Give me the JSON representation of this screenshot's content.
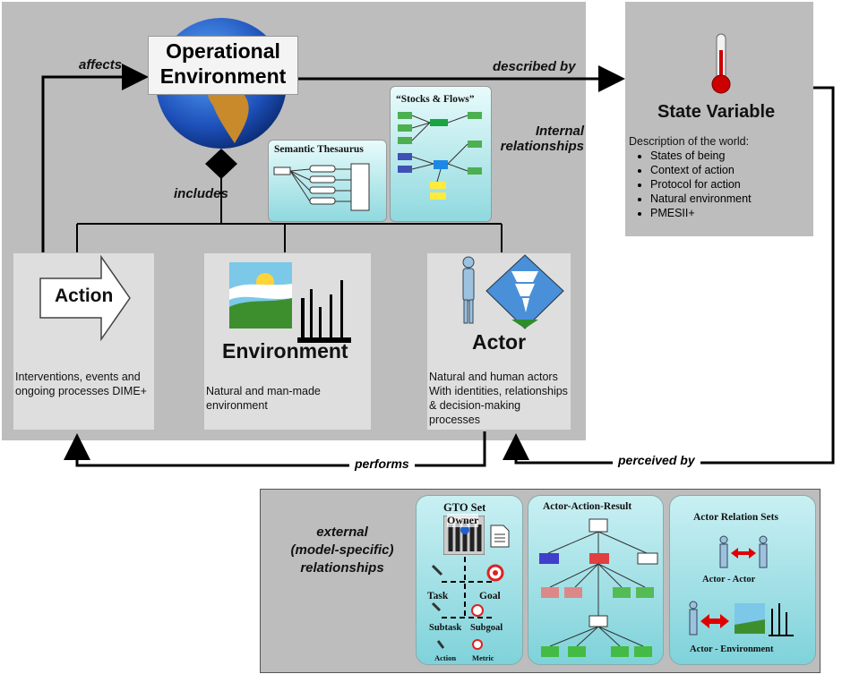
{
  "operational": {
    "title_line1": "Operational",
    "title_line2": "Environment"
  },
  "labels": {
    "affects": "affects",
    "described_by": "described by",
    "internal": "Internal\nrelationships",
    "includes": "includes",
    "performs": "performs",
    "perceived_by": "perceived by"
  },
  "state": {
    "title": "State Variable",
    "description": "Description of the world:",
    "items": [
      "States of being",
      "Context of action",
      "Protocol for action",
      "Natural environment",
      "PMESII+"
    ]
  },
  "thumbs": {
    "semantic": "Semantic Thesaurus",
    "stocks": "“Stocks & Flows”"
  },
  "action": {
    "title": "Action",
    "desc": "Interventions, events and ongoing processes DIME+"
  },
  "environment": {
    "title": "Environment",
    "desc": "Natural and man-made environment"
  },
  "actor": {
    "title": "Actor",
    "desc": "Natural and human actors With identities, relationships & decision-making processes"
  },
  "external": {
    "label": "external\n(model-specific)\nrelationships",
    "gto": {
      "title": "GTO Set",
      "owner": "Owner",
      "task": "Task",
      "goal": "Goal",
      "subtask": "Subtask",
      "subgoal": "Subgoal",
      "action": "Action",
      "metric": "Metric"
    },
    "aar": {
      "title": "Actor-Action-Result"
    },
    "ars": {
      "title": "Actor Relation Sets",
      "aa": "Actor - Actor",
      "ae": "Actor - Environment"
    }
  },
  "colors": {
    "arrow": "#000000",
    "thermo_red": "#cc0000",
    "double_arrow": "#e00000"
  }
}
